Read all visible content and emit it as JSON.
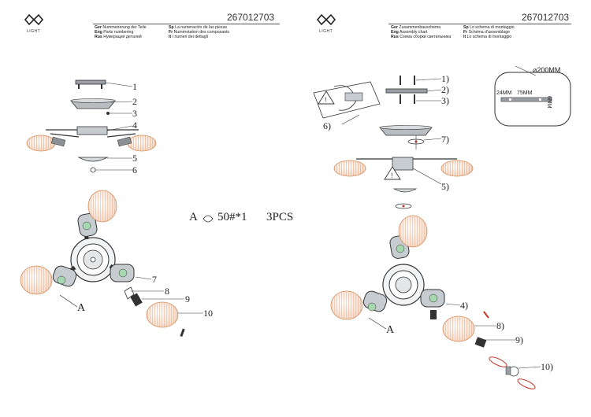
{
  "brand": {
    "logo_text": "LIGHT",
    "article_code": "267012703"
  },
  "left_page": {
    "headers": [
      {
        "lang": "Ger",
        "text": "Nummerierung der Teile"
      },
      {
        "lang": "Eng",
        "text": "Parts numbering"
      },
      {
        "lang": "Rus",
        "text": "Нумерация деталей"
      },
      {
        "lang": "Sp",
        "text": "La numeración de las piezas"
      },
      {
        "lang": "Fr",
        "text": "Numérotation des composants"
      },
      {
        "lang": "It",
        "text": "I numeri dei dettagli"
      }
    ],
    "part_numbers": [
      "1",
      "2",
      "3",
      "4",
      "5",
      "6",
      "7",
      "8",
      "9",
      "10"
    ],
    "detail_label": "A",
    "spec_prefix": "A",
    "spec_text": "50#*1",
    "spec_qty": "3PCS"
  },
  "right_page": {
    "headers": [
      {
        "lang": "Ger",
        "text": "Zusammenbauschema"
      },
      {
        "lang": "Eng",
        "text": "Assembly chart"
      },
      {
        "lang": "Rus",
        "text": "Схема сборки светильника"
      },
      {
        "lang": "Sp",
        "text": "Lo schema di montaggio"
      },
      {
        "lang": "Fr",
        "text": "Schéma d'assemblage"
      },
      {
        "lang": "It",
        "text": "Lo schema di montaggio"
      }
    ],
    "step_numbers": [
      "1)",
      "2)",
      "3)",
      "6)",
      "7)",
      "5)",
      "4)",
      "8)",
      "9)",
      "10)"
    ],
    "detail_label": "A",
    "dimensions": {
      "diameter": "⌀200MM",
      "d1": "24MM",
      "d2": "75MM",
      "d3": "6MM"
    }
  }
}
